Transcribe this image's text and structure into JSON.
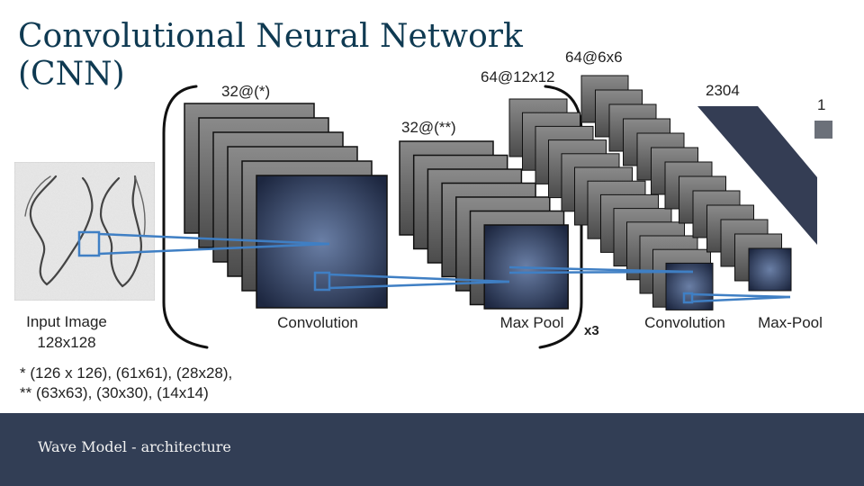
{
  "slide": {
    "title": "Convolutional Neural Network\n(CNN)",
    "footer": "Wave Model - architecture"
  },
  "diagram": {
    "stage1": {
      "shape_label": "32@(*)",
      "layer_label": "Convolution"
    },
    "stage2": {
      "shape_label": "32@(**)",
      "layer_label": "Max Pool"
    },
    "repeat_label": "x3",
    "stage3": {
      "shape_label": "64@12x12",
      "layer_label": "Convolution"
    },
    "stage4": {
      "shape_label": "64@6x6",
      "layer_label": "Max-Pool"
    },
    "flatten": {
      "shape_label": "2304"
    },
    "output": {
      "shape_label": "1"
    },
    "input": {
      "label_line1": "Input Image",
      "label_line2": "128x128"
    }
  },
  "notes": [
    "* (126 x 126), (61x61), (28x28),",
    "** (63x63), (30x30), (14x14)"
  ],
  "colors": {
    "title": "#0f3a52",
    "footer_bg": "#323e55",
    "connector": "#3f7fc4",
    "map_outer": "#1d2740",
    "map_center": "#6a7fa6",
    "output_unit": "#6b7079"
  }
}
